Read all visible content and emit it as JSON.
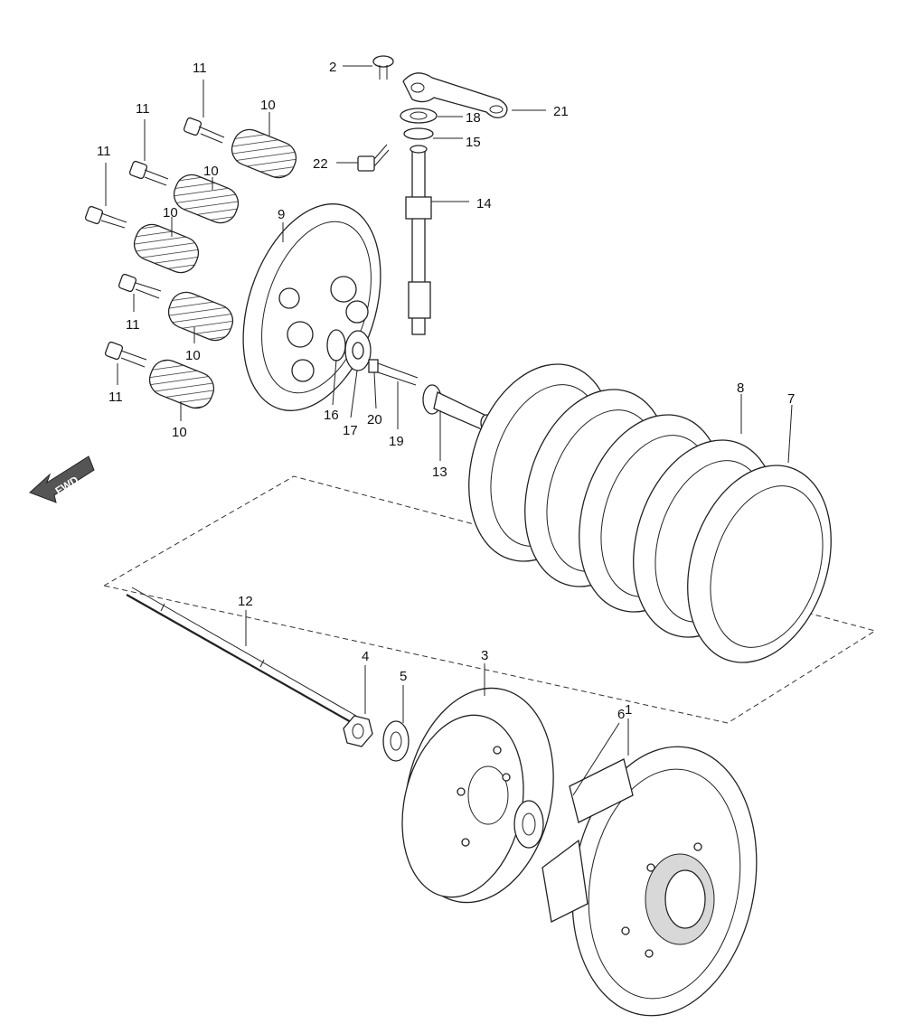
{
  "fwd_label": "FWD",
  "callouts": {
    "c1": "1",
    "c2": "2",
    "c3": "3",
    "c4": "4",
    "c5": "5",
    "c6": "6",
    "c7": "7",
    "c8": "8",
    "c9": "9",
    "c10a": "10",
    "c10b": "10",
    "c10c": "10",
    "c10d": "10",
    "c10e": "10",
    "c11a": "11",
    "c11b": "11",
    "c11c": "11",
    "c11d": "11",
    "c11e": "11",
    "c12": "12",
    "c13": "13",
    "c14": "14",
    "c15": "15",
    "c16": "16",
    "c17": "17",
    "c18": "18",
    "c19": "19",
    "c20": "20",
    "c21": "21",
    "c22": "22"
  }
}
